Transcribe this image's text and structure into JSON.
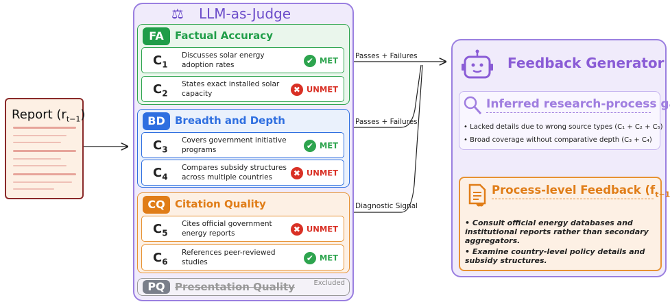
{
  "report": {
    "title": "Report (r",
    "sub": "t−1",
    "close": ")"
  },
  "judge": {
    "title": "LLM-as-Judge"
  },
  "groups": [
    {
      "abbr": "FA",
      "title": "Factual Accuracy",
      "color": "#1f9d48",
      "criteria": [
        {
          "id": "C",
          "sub": "1",
          "text": "Discusses solar energy adoption rates",
          "status": "MET"
        },
        {
          "id": "C",
          "sub": "2",
          "text": "States exact installed solar capacity",
          "status": "UNMET"
        }
      ]
    },
    {
      "abbr": "BD",
      "title": "Breadth and Depth",
      "color": "#2f6fe0",
      "criteria": [
        {
          "id": "C",
          "sub": "3",
          "text": "Covers government initiative programs",
          "status": "MET"
        },
        {
          "id": "C",
          "sub": "4",
          "text": "Compares subsidy structures across multiple countries",
          "status": "UNMET"
        }
      ]
    },
    {
      "abbr": "CQ",
      "title": "Citation Quality",
      "color": "#e07d18",
      "criteria": [
        {
          "id": "C",
          "sub": "5",
          "text": "Cites official government energy reports",
          "status": "UNMET"
        },
        {
          "id": "C",
          "sub": "6",
          "text": "References peer-reviewed studies",
          "status": "MET"
        }
      ]
    }
  ],
  "excluded": {
    "abbr": "PQ",
    "title": "Presentation Quality",
    "badge": "Excluded"
  },
  "arrows": {
    "a1": "Passes + Failures",
    "a2": "Passes + Failures",
    "a3": "Diagnostic Signal"
  },
  "feedback": {
    "title": "Feedback Generator",
    "gaps_title": "Inferred research-process gaps",
    "gaps": [
      "Lacked details due to wrong source types (C₁ + C₂ + C₅)",
      "Broad coverage without comparative depth (C₃ + C₄)"
    ],
    "process_title": "Process-level Feedback (f",
    "process_sub": "t−1",
    "process_close": ")",
    "process_items": [
      "Consult official energy databases and institutional reports rather than secondary aggregators.",
      "Examine country-level policy details and subsidy structures."
    ]
  },
  "icons": [
    "scale-icon",
    "robot-icon",
    "magnifier-icon",
    "document-comment-icon",
    "check-icon",
    "cross-icon"
  ]
}
